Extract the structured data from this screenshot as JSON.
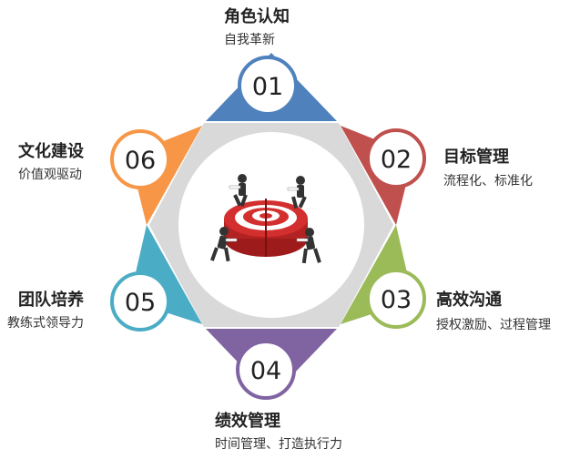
{
  "diagram": {
    "nodes": [
      {
        "num": "01",
        "title": "角色认知",
        "subtitle": "自我革新",
        "color": "#4F81BD"
      },
      {
        "num": "02",
        "title": "目标管理",
        "subtitle": "流程化、标准化",
        "color": "#C0504D"
      },
      {
        "num": "03",
        "title": "高效沟通",
        "subtitle": "授权激励、过程管理",
        "color": "#9BBB59"
      },
      {
        "num": "04",
        "title": "绩效管理",
        "subtitle": "时间管理、打造执行力",
        "color": "#8064A2"
      },
      {
        "num": "05",
        "title": "团队培养",
        "subtitle": "教练式领导力",
        "color": "#4BACC6"
      },
      {
        "num": "06",
        "title": "文化建设",
        "subtitle": "价值观驱动",
        "color": "#F79646"
      }
    ],
    "center_image": "businessmen-pushing-target-image",
    "hexagon_color": "#D9D9D9"
  }
}
